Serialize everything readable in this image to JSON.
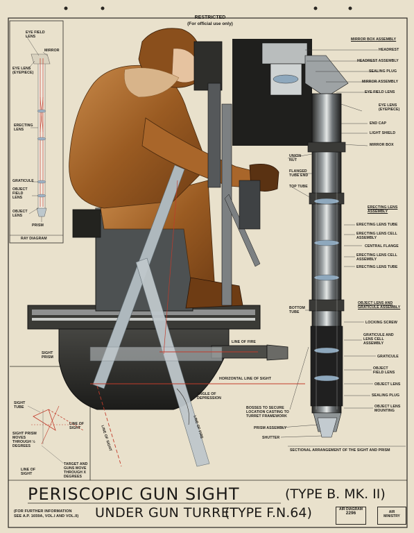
{
  "header": {
    "restricted": "RESTRICTED",
    "restricted_note": "(For official use only)"
  },
  "title": {
    "main": "PERISCOPIC GUN SIGHT",
    "main_type": "(TYPE B. MK. II)",
    "sub": "UNDER GUN TURRET",
    "sub_type": "(TYPE F.N.64)"
  },
  "footer": {
    "info_line1": "(FOR FURTHER INFORMATION",
    "info_line2": "SEE A.P. 1659A, VOL.I AND VOL.II)",
    "diagram_label": "AIR DIAGRAM",
    "diagram_number": "2296",
    "authority_line1": "AIR",
    "authority_line2": "MINISTRY"
  },
  "ray_diagram": {
    "title": "RAY DIAGRAM",
    "labels": {
      "eye_field_lens": "EYE FIELD LENS",
      "mirror": "MIRROR",
      "eye_lens": "EYE LENS (EYEPIECE)",
      "erecting_lens": "ERECTING LENS",
      "graticule": "GRATICULE",
      "object_field_lens": "OBJECT FIELD LENS",
      "object_lens": "OBJECT LENS",
      "prism": "PRISM"
    }
  },
  "movement_diagram": {
    "labels": {
      "sight_tube": "SIGHT TUBE",
      "sight_prism_moves": "SIGHT PRISM MOVES THROUGH ½ DEGREES",
      "line_of_sight": "LINE OF SIGHT",
      "line_of_sight_2": "LINE OF SIGHT",
      "target_guns": "TARGET AND GUNS MOVE THROUGH X DEGREES"
    }
  },
  "main_labels": {
    "sight_prism": "SIGHT PRISM",
    "line_of_fire": "LINE OF FIRE",
    "horizontal_los": "HORIZONTAL LINE OF SIGHT",
    "angle_of_depression": "ANGLE OF DEPRESSION",
    "line_of_sight_diag": "LINE OF SIGHT",
    "line_of_fire_diag": "LINE OF FIRE",
    "bosses": "BOSSES TO SECURE LOCATION CASTING TO TURRET FRAMEWORK",
    "prism_assembly": "PRISM ASSEMBLY",
    "shutter": "SHUTTER",
    "union_nut": "UNION NUT",
    "flanged_tube_end": "FLANGED TUBE END",
    "top_tube": "TOP TUBE",
    "bottom_tube": "BOTTOM TUBE",
    "sectional_caption": "SECTIONAL ARRANGEMENT OF THE SIGHT AND PRISM"
  },
  "right_labels": {
    "mirror_box_assembly": "MIRROR BOX ASSEMBLY",
    "headrest": "HEADREST",
    "headrest_assembly": "HEADREST ASSEMBLY",
    "sealing_plug": "SEALING PLUG",
    "mirror_assembly": "MIRROR ASSEMBLY",
    "eye_field_lens": "EYE FIELD LENS",
    "eye_lens": "EYE LENS (EYEPIECE)",
    "end_cap": "END CAP",
    "light_shield": "LIGHT SHIELD",
    "mirror_box": "MIRROR BOX",
    "erecting_lens_assembly": "ERECTING LENS ASSEMBLY",
    "erecting_lens_tube": "ERECTING LENS TUBE",
    "erecting_lens_cell_assembly": "ERECTING LENS CELL ASSEMBLY",
    "central_flange": "CENTRAL FLANGE",
    "erecting_lens_cell_assembly_2": "ERECTING LENS CELL ASSEMBLY",
    "erecting_lens_tube_2": "ERECTING LENS TUBE",
    "object_lens_graticule_assembly": "OBJECT LENS AND GRATICULE ASSEMBLY",
    "locking_screw": "LOCKING SCREW",
    "graticule_lens_cell": "GRATICULE AND LENS CELL ASSEMBLY",
    "graticule": "GRATICULE",
    "object_field_lens": "OBJECT FIELD LENS",
    "object_lens": "OBJECT LENS",
    "sealing_plug_2": "SEALING PLUG",
    "object_lens_mounting": "OBJECT LENS MOUNTING"
  },
  "colors": {
    "paper": "#e9e1cc",
    "ink": "#1d1b18",
    "flight_suit": "#9a5b22",
    "metal_dark": "#33332f",
    "sight_tube": "#aeb8bd",
    "ray_red": "#c23a2a"
  }
}
